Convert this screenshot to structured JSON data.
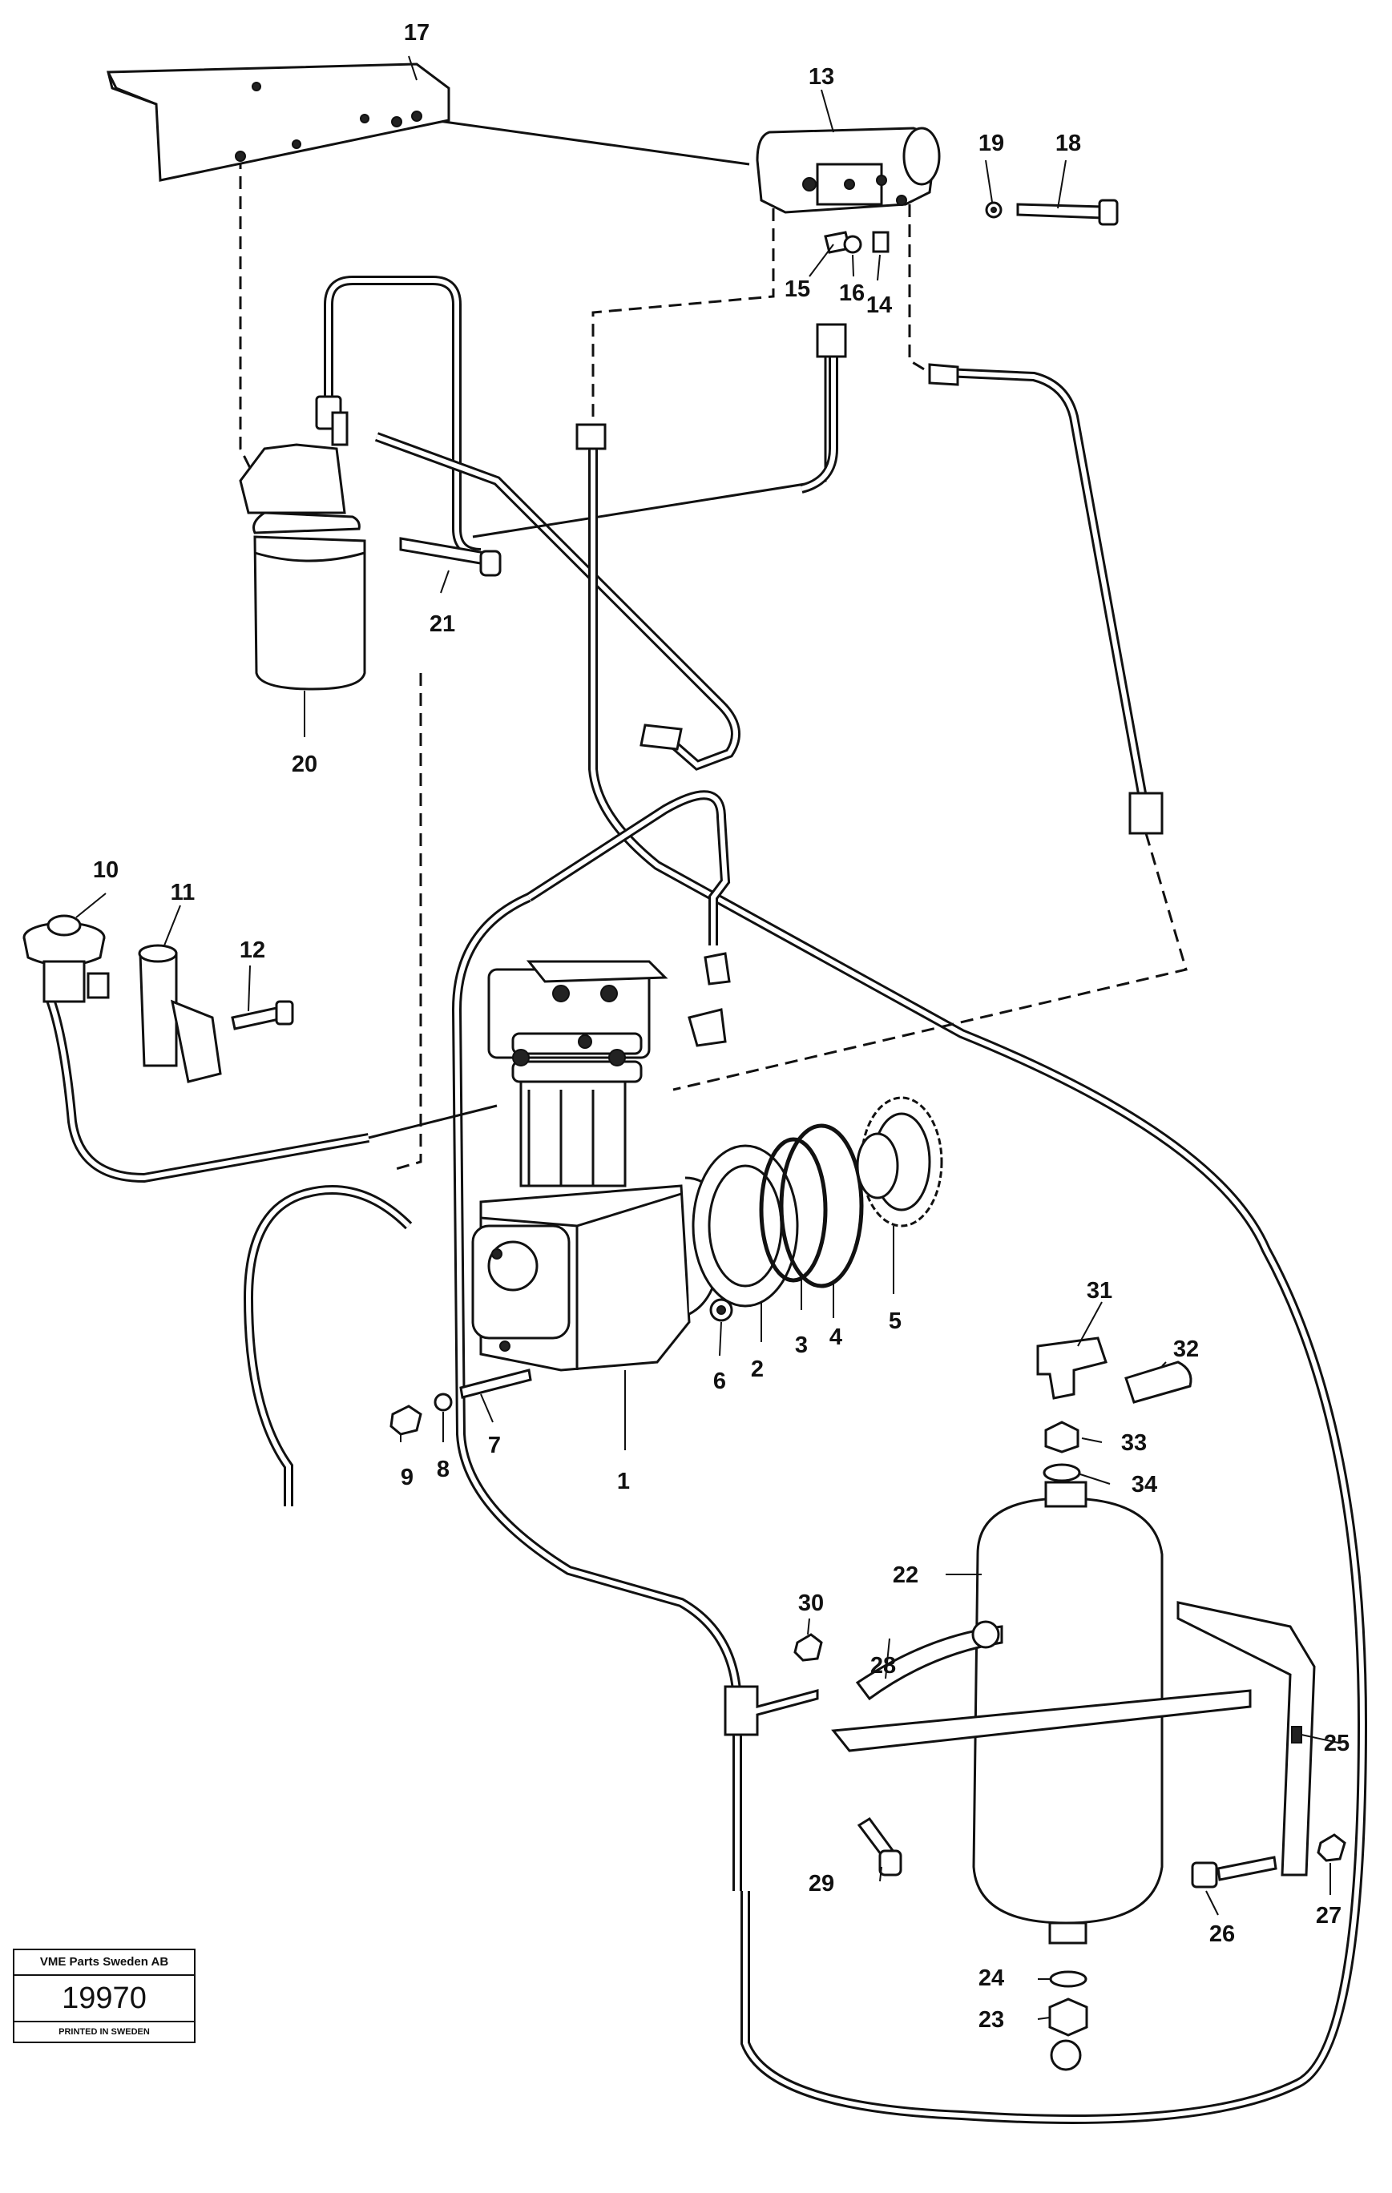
{
  "diagram": {
    "part_labels": [
      "1",
      "2",
      "3",
      "4",
      "5",
      "6",
      "7",
      "8",
      "9",
      "10",
      "11",
      "12",
      "13",
      "14",
      "15",
      "16",
      "17",
      "18",
      "19",
      "20",
      "21",
      "22",
      "23",
      "24",
      "25",
      "26",
      "27",
      "28",
      "29",
      "30",
      "31",
      "32",
      "33",
      "34"
    ]
  },
  "stamp": {
    "company": "VME Parts Sweden AB",
    "drawing_number": "19970",
    "printed": "PRINTED IN SWEDEN"
  }
}
